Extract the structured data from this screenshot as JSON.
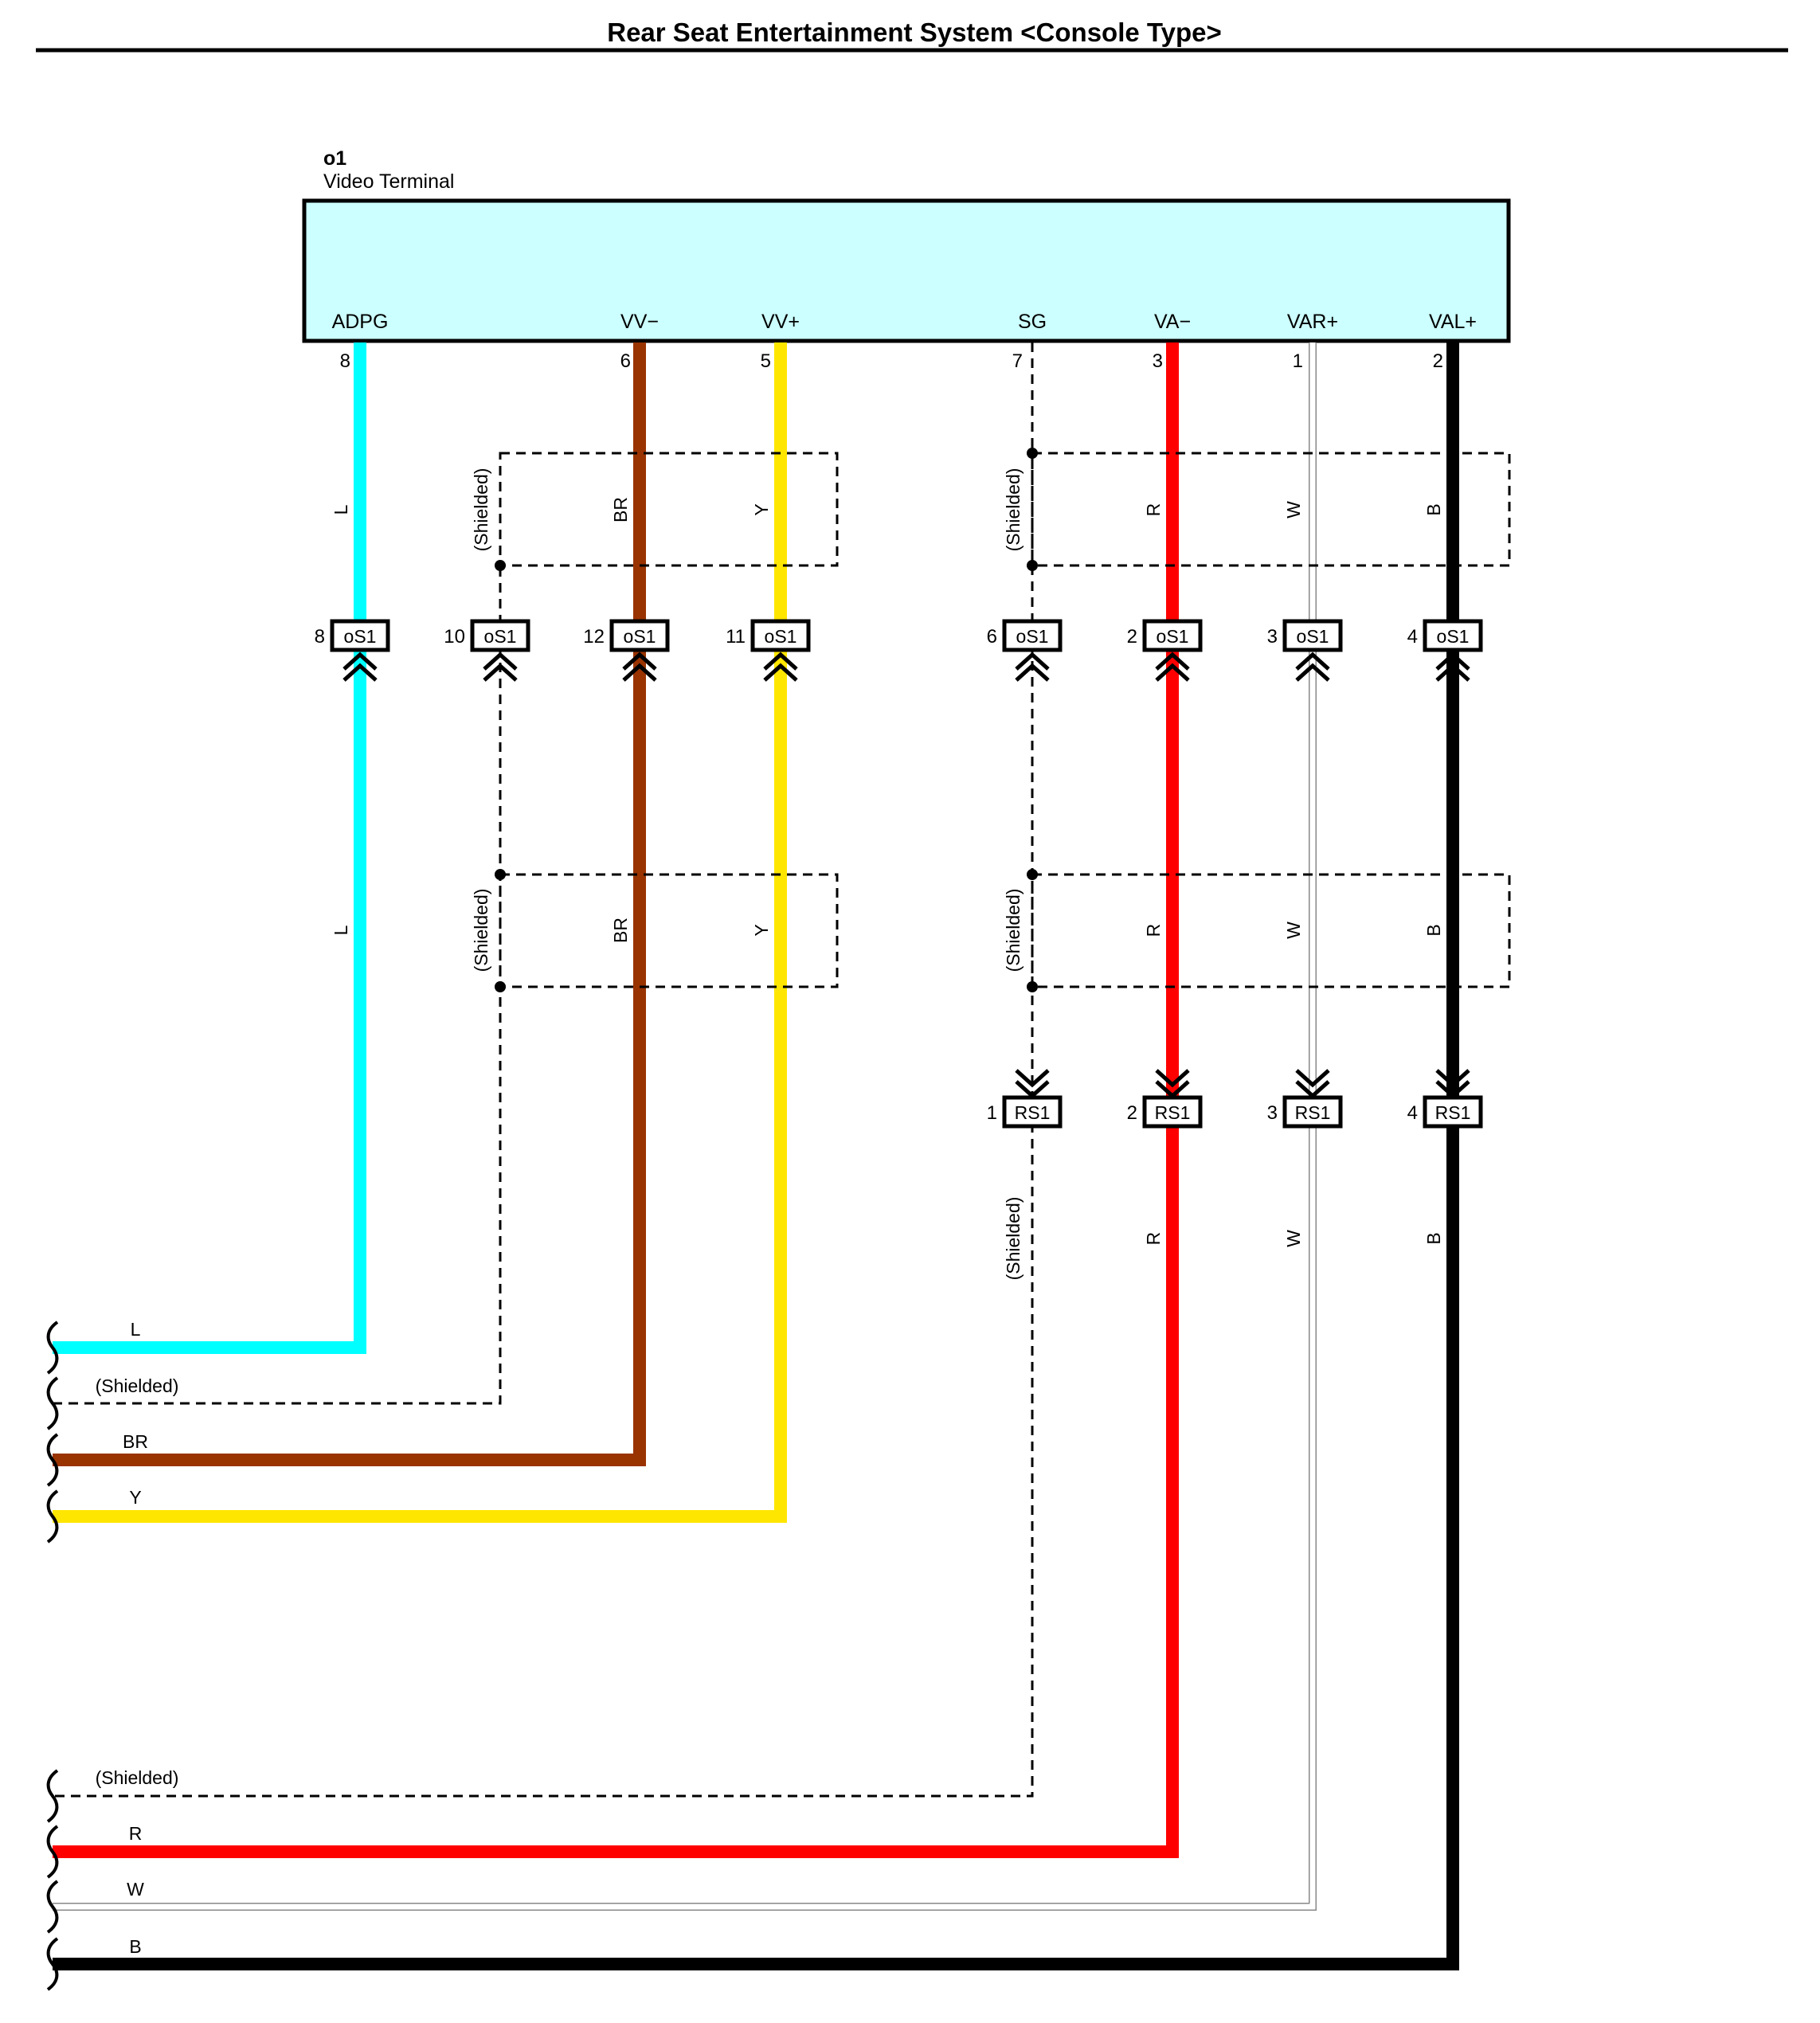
{
  "title": "Rear Seat Entertainment System <Console Type>",
  "component": {
    "id": "o1",
    "name": "Video Terminal"
  },
  "colors": {
    "L": "#00ffff",
    "BR": "#993300",
    "Y": "#ffe600",
    "R": "#ff0000",
    "W": "#ffffff",
    "B": "#000000",
    "terminal_fill": "#ccffff"
  },
  "signals": [
    {
      "pin": "8",
      "name": "ADPG",
      "color": "L",
      "os1_pin": "8",
      "rs1_pin": "",
      "exit_label": "L"
    },
    {
      "pin": "",
      "name": "",
      "color": "(Shielded)",
      "os1_pin": "10",
      "rs1_pin": "",
      "exit_label": "(Shielded)"
    },
    {
      "pin": "6",
      "name": "VV−",
      "color": "BR",
      "os1_pin": "12",
      "rs1_pin": "",
      "exit_label": "BR"
    },
    {
      "pin": "5",
      "name": "VV+",
      "color": "Y",
      "os1_pin": "11",
      "rs1_pin": "",
      "exit_label": "Y"
    },
    {
      "pin": "7",
      "name": "SG",
      "color": "(Shielded)",
      "os1_pin": "6",
      "rs1_pin": "1",
      "exit_label": "(Shielded)"
    },
    {
      "pin": "3",
      "name": "VA−",
      "color": "R",
      "os1_pin": "2",
      "rs1_pin": "2",
      "exit_label": "R"
    },
    {
      "pin": "1",
      "name": "VAR+",
      "color": "W",
      "os1_pin": "3",
      "rs1_pin": "3",
      "exit_label": "W"
    },
    {
      "pin": "2",
      "name": "VAL+",
      "color": "B",
      "os1_pin": "4",
      "rs1_pin": "4",
      "exit_label": "B"
    }
  ],
  "connectors": {
    "os1": "oS1",
    "rs1": "RS1"
  },
  "shield_label": "(Shielded)"
}
